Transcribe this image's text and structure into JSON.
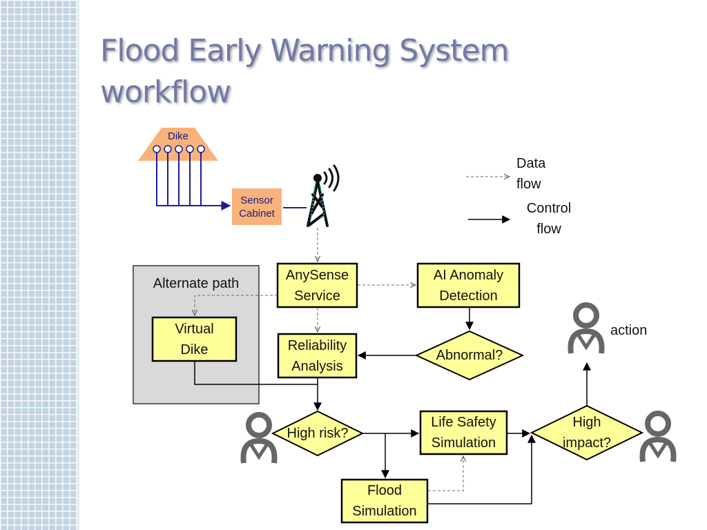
{
  "title": "Flood Early Warning System workflow",
  "colors": {
    "box_fill": "#ffff99",
    "orange": "#f9b27a",
    "gray_panel": "#d9d9d9",
    "sensor_line": "#1c1c96"
  },
  "dike": {
    "label": "Dike"
  },
  "sensor_cabinet": {
    "label": "Sensor\nCabinet"
  },
  "legend": {
    "data_flow": "Data\nflow",
    "control_flow": "Control\nflow"
  },
  "alternate_path": {
    "label": "Alternate path",
    "virtual_dike": "Virtual\nDike"
  },
  "nodes": {
    "anysense": "AnySense\nService",
    "ai_anomaly": "AI Anomaly\nDetection",
    "reliability": "Reliability\nAnalysis",
    "abnormal": "Abnormal?",
    "high_risk": "High risk?",
    "life_safety": "Life Safety\nSimulation",
    "high_impact": "High\nimpact?",
    "flood_sim": "Flood\nSimulation"
  },
  "action_label": "action",
  "icons": [
    "antenna-tower-icon",
    "person-icon"
  ]
}
